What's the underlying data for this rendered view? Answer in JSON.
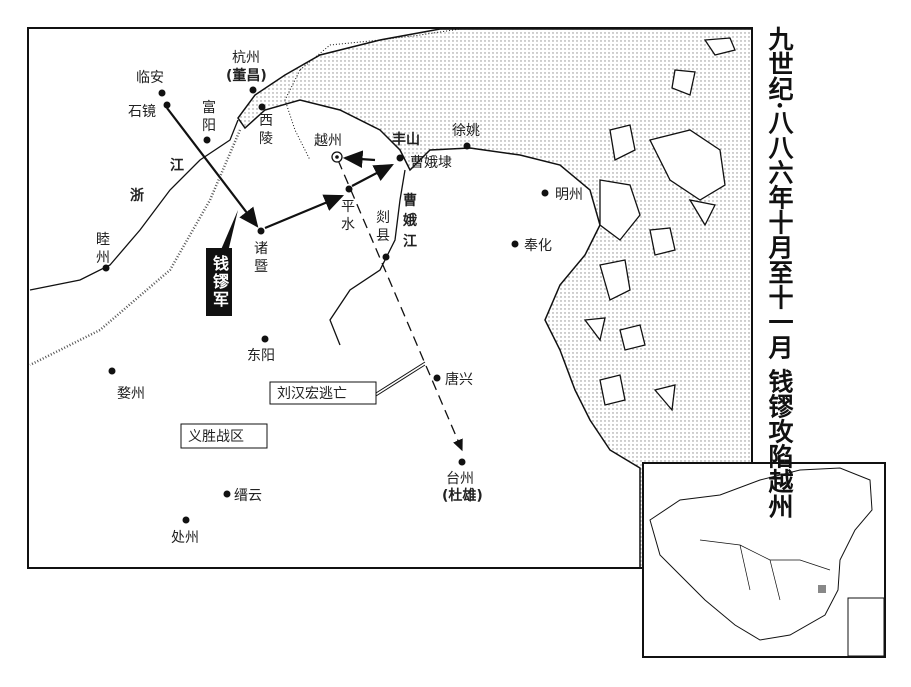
{
  "title": "九世纪·八八六年十月至十一月 钱镠攻陷越州",
  "places": [
    {
      "name": "临安"
    },
    {
      "name": "石镜"
    },
    {
      "name": "富阳"
    },
    {
      "name": "杭州"
    },
    {
      "name": "(董昌)"
    },
    {
      "name": "西陵"
    },
    {
      "name": "越州"
    },
    {
      "name": "丰山"
    },
    {
      "name": "曹娥埭"
    },
    {
      "name": "徐姚"
    },
    {
      "name": "明州"
    },
    {
      "name": "奉化"
    },
    {
      "name": "诸暨"
    },
    {
      "name": "平水"
    },
    {
      "name": "剡县"
    },
    {
      "name": "睦州"
    },
    {
      "name": "东阳"
    },
    {
      "name": "婺州"
    },
    {
      "name": "唐兴"
    },
    {
      "name": "台州"
    },
    {
      "name": "(杜雄)"
    },
    {
      "name": "缙云"
    },
    {
      "name": "处州"
    }
  ],
  "rivers": {
    "zhe": "浙",
    "jiang": "江",
    "caoe1": "曹",
    "caoe2": "娥",
    "caoe3": "江"
  },
  "labels": {
    "army": "钱镠军",
    "flee": "刘汉宏逃亡",
    "district": "义胜战区"
  },
  "colors": {
    "ink": "#1a1a1a",
    "sea_dots": "#888888"
  }
}
